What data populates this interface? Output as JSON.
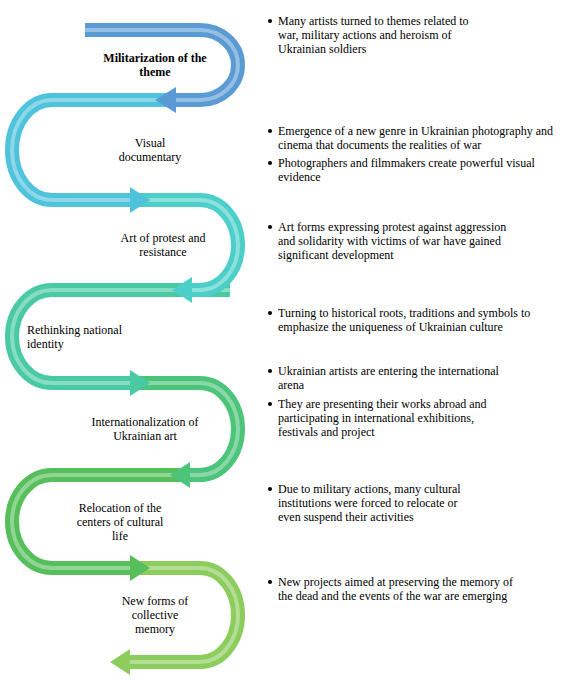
{
  "diagram": {
    "nodes": [
      {
        "text": [
          "Militarization of the theme"
        ]
      },
      {
        "text": [
          "Visual documentary"
        ]
      },
      {
        "text": [
          "Art of protest and resistance"
        ]
      },
      {
        "text": [
          "Rethinking national identity"
        ]
      },
      {
        "text": [
          "Internationalization of Ukrainian art"
        ]
      },
      {
        "text": [
          "Relocation of the centers of cultural life"
        ]
      },
      {
        "text": [
          "New forms of collective memory"
        ]
      }
    ],
    "edges": [
      {
        "from": 0,
        "to": 1,
        "arrow": "to"
      },
      {
        "from": 1,
        "to": 2,
        "arrow": "to"
      },
      {
        "from": 2,
        "to": 3,
        "arrow": "to"
      },
      {
        "from": 3,
        "to": 4,
        "arrow": "to"
      },
      {
        "from": 4,
        "to": 5,
        "arrow": "to"
      },
      {
        "from": 5,
        "to": 6,
        "arrow": "to"
      }
    ],
    "labels": [
      "Many artists turned to themes related to war, military actions and heroism of Ukrainian soldiers",
      "Emergence of a new genre in Ukrainian photography and cinema that documents the realities of war",
      "Photographers and filmmakers create powerful visual evidence",
      "Art forms expressing protest against aggression and solidarity with victims of war have gained significant development",
      "Turning to historical roots, traditions and symbols to emphasize the uniqueness of Ukrainian culture",
      "Ukrainian artists are entering the international arena",
      "They are presenting their works abroad and participating in international exhibitions, festivals and project",
      "Due to military actions, many cultural institutions were forced to relocate or even suspend their activities",
      "New projects aimed at preserving the memory of the dead and the events of the war are emerging"
    ]
  }
}
